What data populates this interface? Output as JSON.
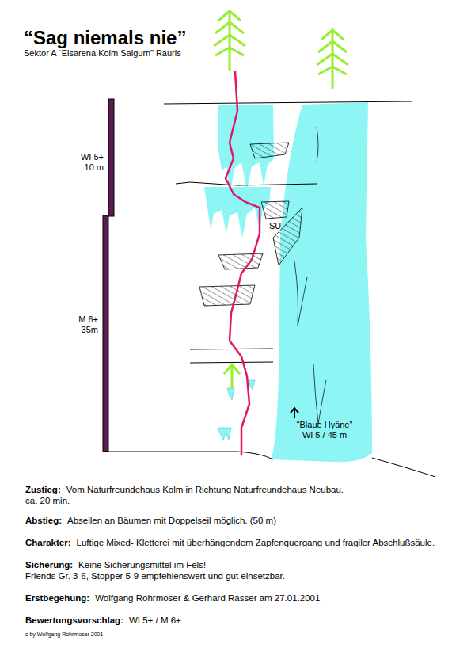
{
  "diagram": {
    "title": "“Sag niemals nie”",
    "labels": [
      "Sektor A “Eisarena Kolm Saigurn” Rauris",
      "WI 5+",
      "10 m",
      "M 6+",
      "35m",
      "SU",
      "“Blaue Hyäne”",
      "WI 5 / 45 m",
      "Zustieg:",
      "Vom Naturfreundehaus Kolm in Richtung Naturfreundehaus Neubau.",
      "ca. 20 min.",
      "Abstieg:",
      "Abseilen an Bäumen mit Doppelseil möglich. (50 m)",
      "Charakter:",
      "Luftige Mixed- Kletterei mit überhängendem Zapfenquergang und fragiler Abschlußsäule.",
      "Sicherung:",
      "Keine Sicherungsmittel im Fels!",
      "Friends Gr. 3-6, Stopper 5-9 empfehlenswert und gut einsetzbar.",
      "Erstbegehung:",
      "Wolfgang Rohrmoser & Gerhard Rasser  am 27.01.2001",
      "Bewertungsvorschlag:",
      "WI 5+ / M 6+",
      "c by Wolfgang Rohrmoser 2001"
    ]
  }
}
